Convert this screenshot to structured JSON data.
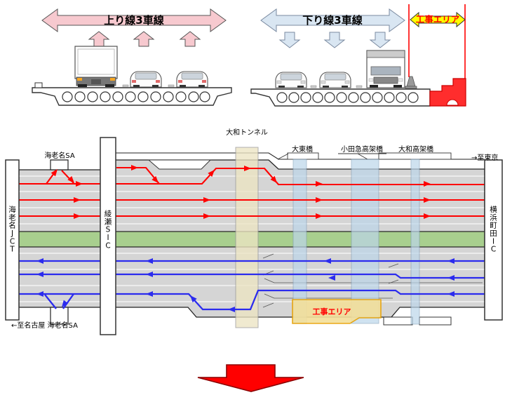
{
  "header": {
    "up_line_label": "上り線3車線",
    "down_line_label": "下り線3車線",
    "construction_area_label": "工事エリア"
  },
  "plan": {
    "tunnel_label": "大和トンネル",
    "sa_top_label": "海老名SA",
    "bridge_daito_label": "大東橋",
    "bridge_odakyu_label": "小田急高架橋",
    "bridge_yamato_label": "大和高架橋",
    "to_tokyo_label": "→至東京",
    "to_nagoya_label": "←至名古屋 海老名SA",
    "jct_label": "海老名JCT",
    "sic_label": "綾瀬SIC",
    "ic_label": "横浜町田IC",
    "construction_area_label": "工事エリア"
  },
  "colors": {
    "up_line_pink": "#F7C9CF",
    "down_line_blue": "#D9E6F2",
    "construction_yellow": "#FFFF00",
    "flow_red": "#FF0000",
    "flow_blue": "#2B2BEE",
    "road_gray": "#D5D5D5",
    "median_green": "#A8CF8E",
    "tunnel_beige": "#EDE5C3",
    "bridge_band_blue": "#BCD6EA",
    "construction_box_fill": "#F3DF9A",
    "big_arrow_red": "#FF0000"
  }
}
